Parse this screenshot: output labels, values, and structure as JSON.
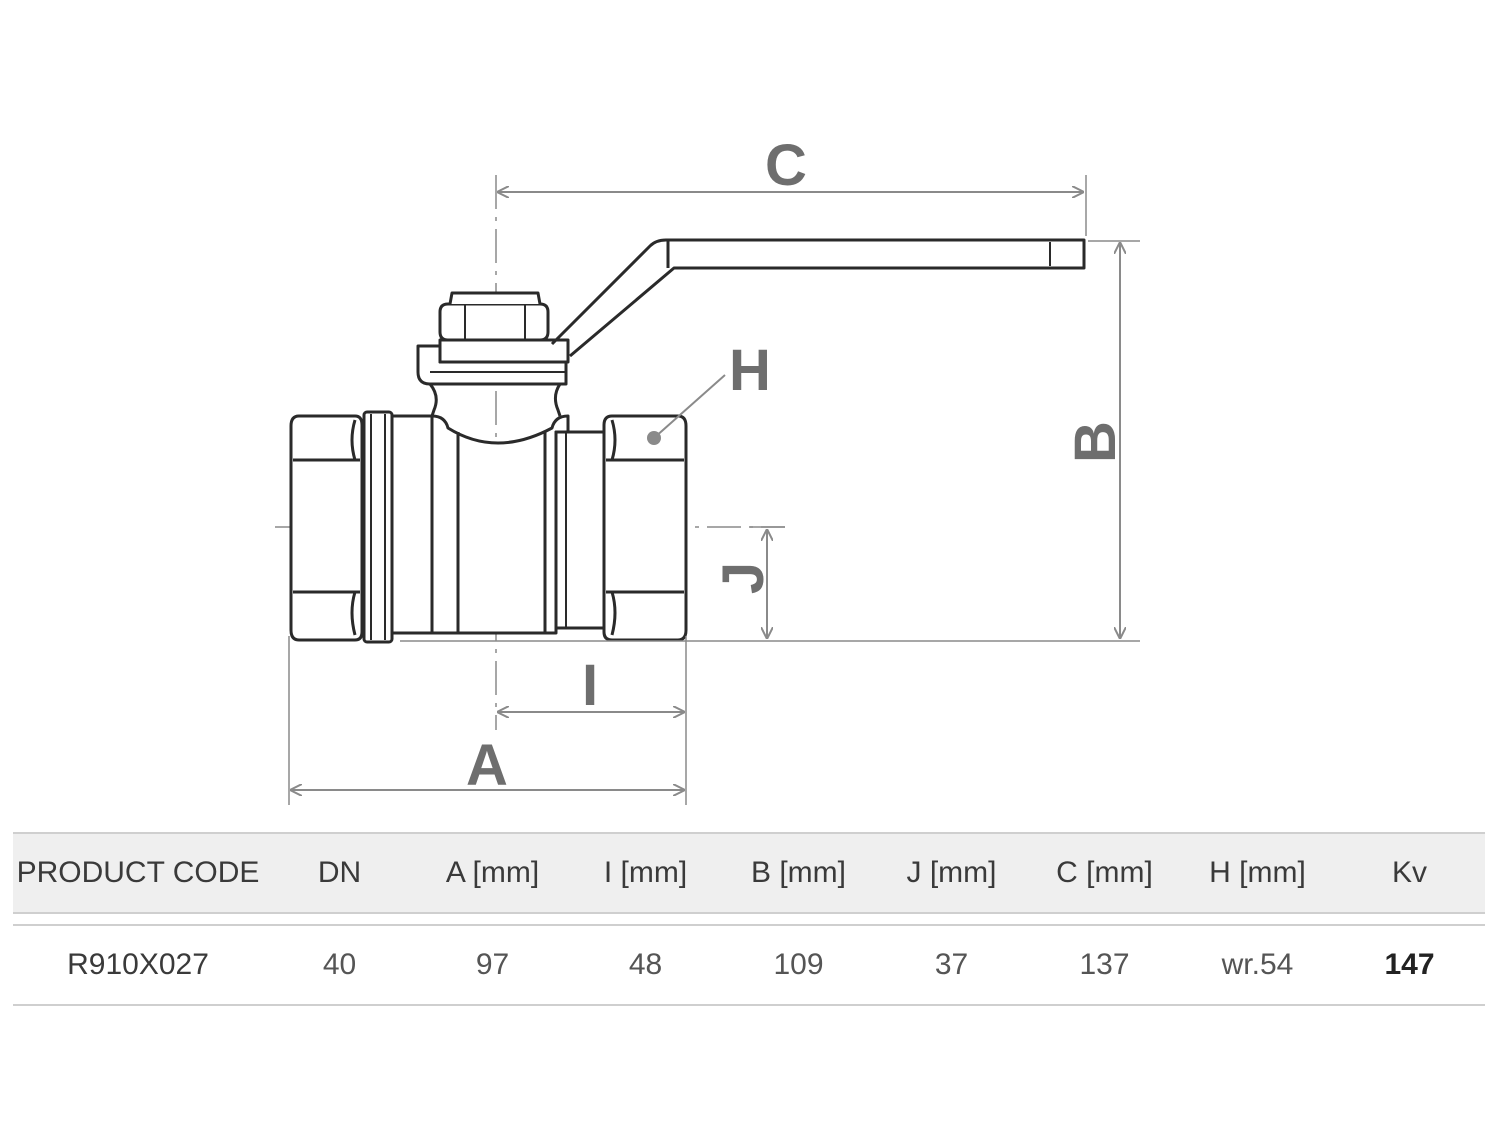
{
  "diagram": {
    "labels": {
      "a": "A",
      "b": "B",
      "c": "C",
      "h": "H",
      "i": "I",
      "j": "J"
    }
  },
  "table": {
    "headers": [
      "PRODUCT CODE",
      "DN",
      "A [mm]",
      "I [mm]",
      "B [mm]",
      "J [mm]",
      "C [mm]",
      "H [mm]",
      "Kv"
    ],
    "rows": [
      [
        "R910X027",
        "40",
        "97",
        "48",
        "109",
        "37",
        "137",
        "wr.54",
        "147"
      ]
    ]
  },
  "colors": {
    "line": "#2a2a2a",
    "dimension": "#8a8a8a",
    "label": "#6e6e6e",
    "header_bg": "#efefef",
    "rule": "#cfcfcf"
  }
}
